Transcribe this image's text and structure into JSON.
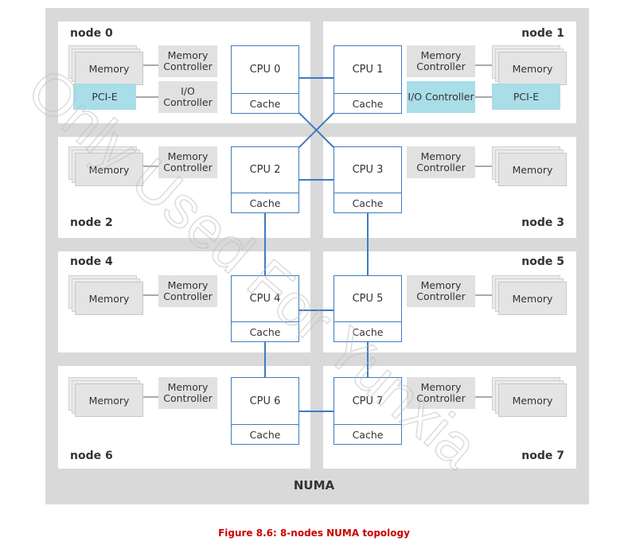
{
  "numa_label": "NUMA",
  "caption": "Figure 8.6: 8-nodes NUMA topology",
  "watermark": "Only Used For Yunxia",
  "labels": {
    "memory": "Memory",
    "memory_controller": "Memory Controller",
    "io_controller": "I/O Controller",
    "pcie": "PCI-E",
    "cache": "Cache"
  },
  "nodes": [
    {
      "label": "node 0",
      "cpu": "CPU 0"
    },
    {
      "label": "node 1",
      "cpu": "CPU 1"
    },
    {
      "label": "node 2",
      "cpu": "CPU 2"
    },
    {
      "label": "node 3",
      "cpu": "CPU 3"
    },
    {
      "label": "node 4",
      "cpu": "CPU 4"
    },
    {
      "label": "node 5",
      "cpu": "CPU 5"
    },
    {
      "label": "node 6",
      "cpu": "CPU 6"
    },
    {
      "label": "node 7",
      "cpu": "CPU 7"
    }
  ],
  "colors": {
    "interconnect": "#3e7bbf",
    "pcie": "#a9dde8",
    "caption": "#cc0000"
  }
}
